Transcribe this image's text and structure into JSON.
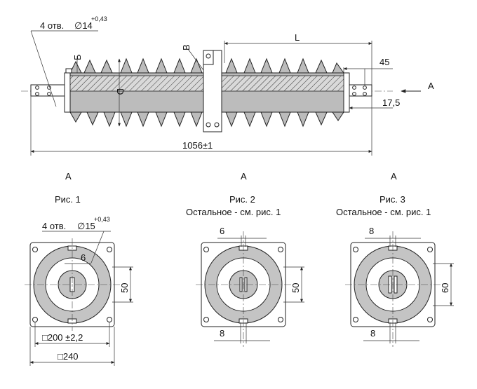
{
  "top_view": {
    "holes_callout": "4 отв.",
    "holes_diameter": "∅14",
    "holes_tolerance": "+0,43",
    "label_b_letter": "Б",
    "label_v_letter": "В",
    "label_d_letter": "D",
    "dim_L": "L",
    "dim_45": "45",
    "dim_17_5": "17,5",
    "view_arrow_label": "А",
    "dim_overall": "1056±1"
  },
  "figures": [
    {
      "view_letter": "А",
      "caption": "Рис. 1",
      "note": "",
      "holes_callout": "4 отв.",
      "holes_diameter": "∅15",
      "holes_tolerance": "+0,43",
      "dim_slot": "6",
      "dim_height": "50",
      "dim_bolt_square": "□200 ±2,2",
      "dim_flange_square": "□240"
    },
    {
      "view_letter": "А",
      "caption": "Рис. 2",
      "note": "Остальное - см. рис. 1",
      "dim_top": "6",
      "dim_bottom": "8",
      "dim_height": "50"
    },
    {
      "view_letter": "А",
      "caption": "Рис. 3",
      "note": "Остальное - см. рис. 1",
      "dim_top": "8",
      "dim_bottom": "8",
      "dim_height": "60"
    }
  ]
}
